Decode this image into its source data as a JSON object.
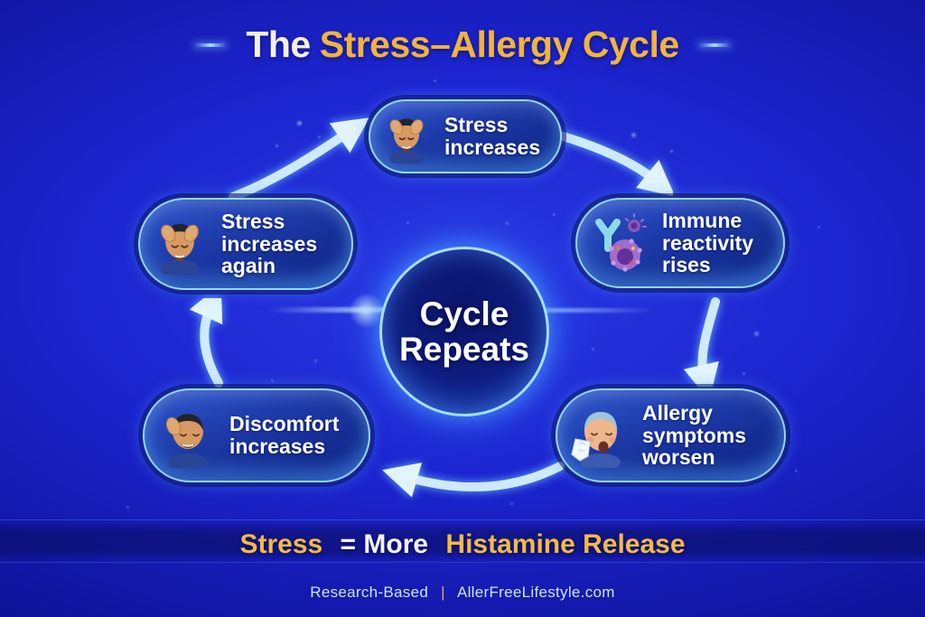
{
  "title": {
    "prefix": "The",
    "highlight": "Stress–Allergy Cycle"
  },
  "center_circle": {
    "line1": "Cycle",
    "line2": "Repeats"
  },
  "nodes": [
    {
      "label": "Stress increases",
      "icon": "stressed-person-icon",
      "position": "top"
    },
    {
      "label": "Immune reactivity rises",
      "icon": "immune-cell-icon",
      "position": "right"
    },
    {
      "label": "Allergy symptoms worsen",
      "icon": "sneezing-person-icon",
      "position": "bottom-right"
    },
    {
      "label": "Discomfort increases",
      "icon": "discomfort-person-icon",
      "position": "bottom-left"
    },
    {
      "label": "Stress increases again",
      "icon": "stressed-person-icon",
      "position": "left"
    }
  ],
  "arrows": [
    "stress-to-immune",
    "immune-to-symptoms",
    "symptoms-to-discomfort",
    "discomfort-to-stress-again",
    "stress-again-to-stress"
  ],
  "tagline": {
    "segment1": "Stress",
    "segment2": "= More",
    "segment3": "Histamine Release"
  },
  "footer": {
    "left": "Research-Based",
    "divider": "|",
    "right": "AllerFreeLifestyle.com"
  },
  "colors": {
    "background_bright": "#2a3ae4",
    "background_deep": "#060866",
    "accent_gold": "#f1b33c",
    "glow_blue": "#9bdeff",
    "node_fill": "#1d3aa8",
    "text_white": "#ffffff"
  }
}
